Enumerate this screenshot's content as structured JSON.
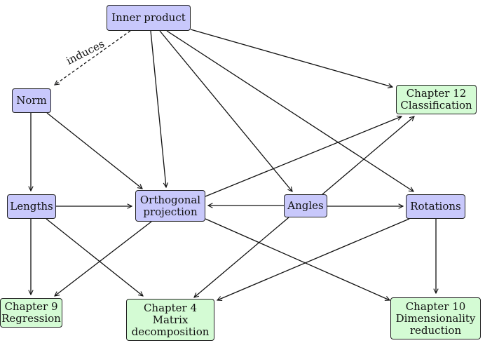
{
  "nodes": {
    "inner_product": {
      "lines": [
        "Inner product"
      ],
      "kind": "concept"
    },
    "norm": {
      "lines": [
        "Norm"
      ],
      "kind": "concept"
    },
    "lengths": {
      "lines": [
        "Lengths"
      ],
      "kind": "concept"
    },
    "orthogonal_projection": {
      "lines": [
        "Orthogonal",
        "projection"
      ],
      "kind": "concept"
    },
    "angles": {
      "lines": [
        "Angles"
      ],
      "kind": "concept"
    },
    "rotations": {
      "lines": [
        "Rotations"
      ],
      "kind": "concept"
    },
    "chapter12": {
      "lines": [
        "Chapter 12",
        "Classification"
      ],
      "kind": "chapter"
    },
    "chapter9": {
      "lines": [
        "Chapter 9",
        "Regression"
      ],
      "kind": "chapter"
    },
    "chapter4": {
      "lines": [
        "Chapter 4",
        "Matrix",
        "decomposition"
      ],
      "kind": "chapter"
    },
    "chapter10": {
      "lines": [
        "Chapter 10",
        "Dimensionality",
        "reduction"
      ],
      "kind": "chapter"
    }
  },
  "edge_labels": {
    "induces": "induces"
  },
  "edges": [
    {
      "from": "inner_product",
      "to": "norm",
      "style": "dashed",
      "label": "induces"
    },
    {
      "from": "inner_product",
      "to": "orthogonal_projection",
      "style": "solid"
    },
    {
      "from": "inner_product",
      "to": "angles",
      "style": "solid"
    },
    {
      "from": "inner_product",
      "to": "rotations",
      "style": "solid"
    },
    {
      "from": "inner_product",
      "to": "chapter12",
      "style": "solid"
    },
    {
      "from": "norm",
      "to": "lengths",
      "style": "solid"
    },
    {
      "from": "norm",
      "to": "orthogonal_projection",
      "style": "solid"
    },
    {
      "from": "lengths",
      "to": "orthogonal_projection",
      "style": "solid"
    },
    {
      "from": "lengths",
      "to": "chapter9",
      "style": "solid"
    },
    {
      "from": "lengths",
      "to": "chapter4",
      "style": "solid"
    },
    {
      "from": "orthogonal_projection",
      "to": "chapter12",
      "style": "solid"
    },
    {
      "from": "orthogonal_projection",
      "to": "chapter9",
      "style": "solid"
    },
    {
      "from": "orthogonal_projection",
      "to": "chapter10",
      "style": "solid"
    },
    {
      "from": "angles",
      "to": "orthogonal_projection",
      "style": "solid"
    },
    {
      "from": "angles",
      "to": "rotations",
      "style": "solid"
    },
    {
      "from": "angles",
      "to": "chapter12",
      "style": "solid"
    },
    {
      "from": "angles",
      "to": "chapter4",
      "style": "solid"
    },
    {
      "from": "rotations",
      "to": "chapter4",
      "style": "solid"
    },
    {
      "from": "rotations",
      "to": "chapter10",
      "style": "solid"
    }
  ]
}
